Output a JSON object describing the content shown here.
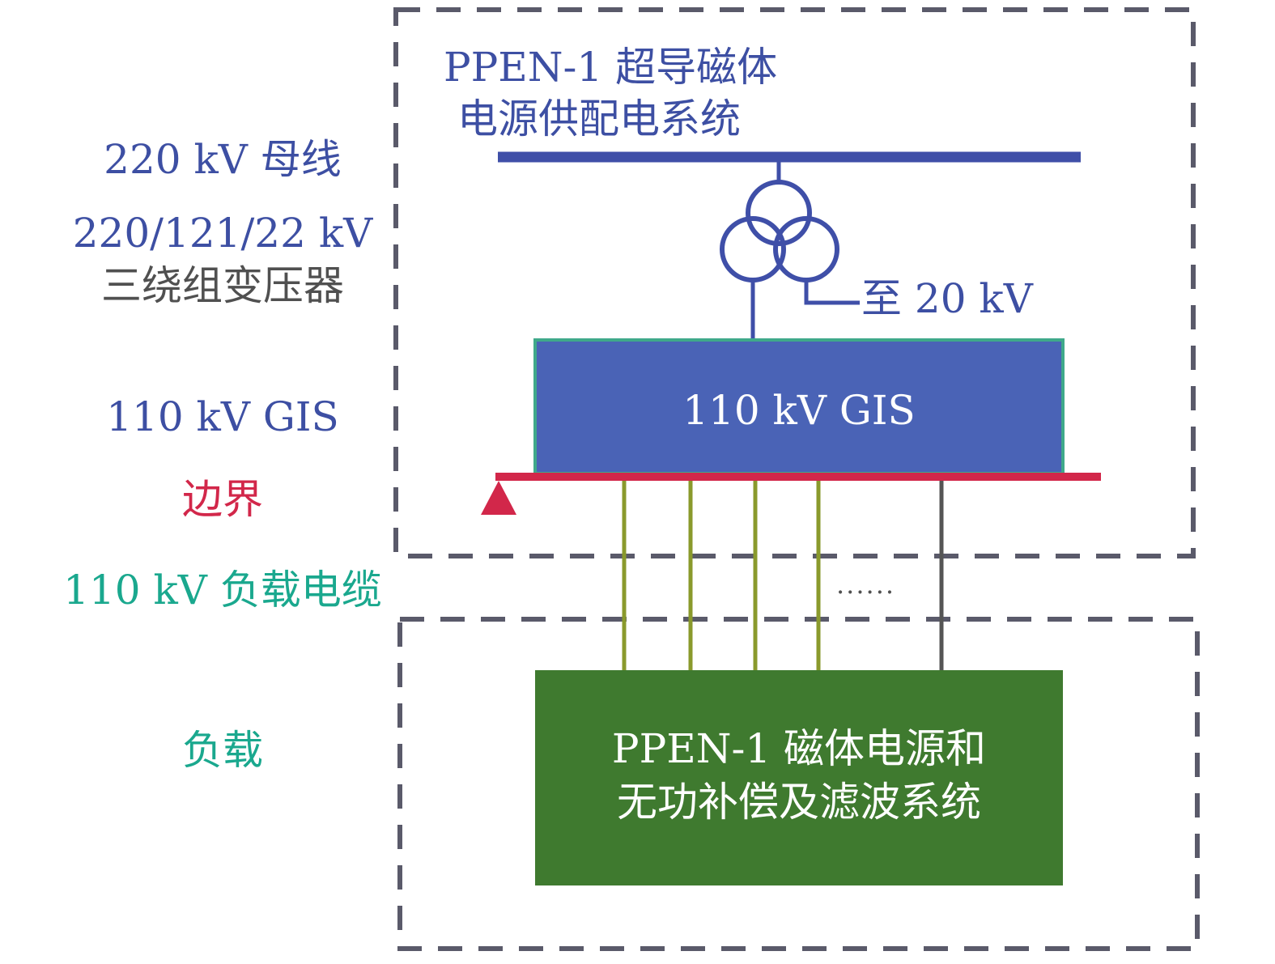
{
  "colors": {
    "bus": "#3f4fa8",
    "gis_fill": "#4a63b6",
    "gis_border": "#3fa98a",
    "boundary": "#d2274a",
    "load_fill": "#3f7a2f",
    "cable_olive": "#8a9a2c",
    "cable_gray": "#555555",
    "dash": "#5a5a6a",
    "label_blue": "#3d4fa3",
    "label_teal": "#1aa88e",
    "label_red": "#d2274a"
  },
  "labels": {
    "bus_220": "220 kV 母线",
    "transformer_rating": "220/121/22 kV",
    "transformer_type": "三绕组变压器",
    "gis_side": "110 kV GIS",
    "boundary": "边界",
    "load_cable": "110 kV 负载电缆",
    "load": "负载"
  },
  "supply_system": {
    "title_line1": "PPEN-1 超导磁体",
    "title_line2": "电源供配电系统",
    "to_20kv": "至 20 kV",
    "gis_box": "110 kV GIS"
  },
  "load_system": {
    "box_line1": "PPEN-1 磁体电源和",
    "box_line2": "无功补偿及滤波系统"
  },
  "ellipsis": "......"
}
